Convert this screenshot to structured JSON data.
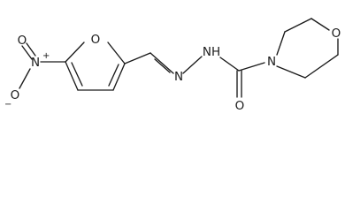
{
  "molecule": {
    "atoms": [
      {
        "id": "n_nitro",
        "label": "N",
        "charge": "+"
      },
      {
        "id": "o_nitro_top",
        "label": "O"
      },
      {
        "id": "o_nitro_bottom",
        "label": "O",
        "charge": "−"
      },
      {
        "id": "o_furan",
        "label": "O"
      },
      {
        "id": "n_imine",
        "label": "N"
      },
      {
        "id": "n_hydrazide",
        "label": "NH"
      },
      {
        "id": "o_carbonyl",
        "label": "O"
      },
      {
        "id": "n_morpholine",
        "label": "N"
      },
      {
        "id": "o_morpholine",
        "label": "O"
      }
    ]
  }
}
